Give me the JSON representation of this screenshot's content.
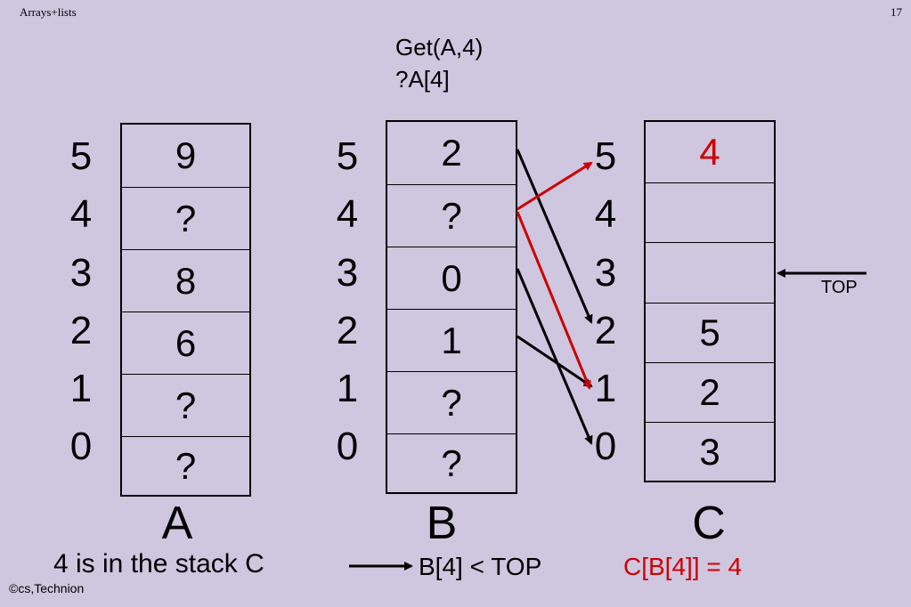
{
  "header": {
    "title": "Arrays+lists",
    "page_number": "17"
  },
  "question": {
    "line1": "Get(A,4)",
    "line2": "?A[4]"
  },
  "indices": [
    "5",
    "4",
    "3",
    "2",
    "1",
    "0"
  ],
  "arrays": {
    "A": {
      "label": "A",
      "cells": [
        "9",
        "?",
        "8",
        "6",
        "?",
        "?"
      ]
    },
    "B": {
      "label": "B",
      "cells": [
        "2",
        "?",
        "0",
        "1",
        "?",
        "?"
      ]
    },
    "C": {
      "label": "C",
      "cells": [
        "4",
        "",
        "",
        "5",
        "2",
        "3"
      ]
    }
  },
  "top_label": "TOP",
  "footer": {
    "statement": "4 is in the stack C",
    "condition": "B[4] < TOP",
    "result": "C[B[4]] = 4"
  },
  "copyright": "©cs,Technion",
  "colors": {
    "background": "#cfc6df",
    "highlight": "#cc0000",
    "ink": "#000000"
  }
}
